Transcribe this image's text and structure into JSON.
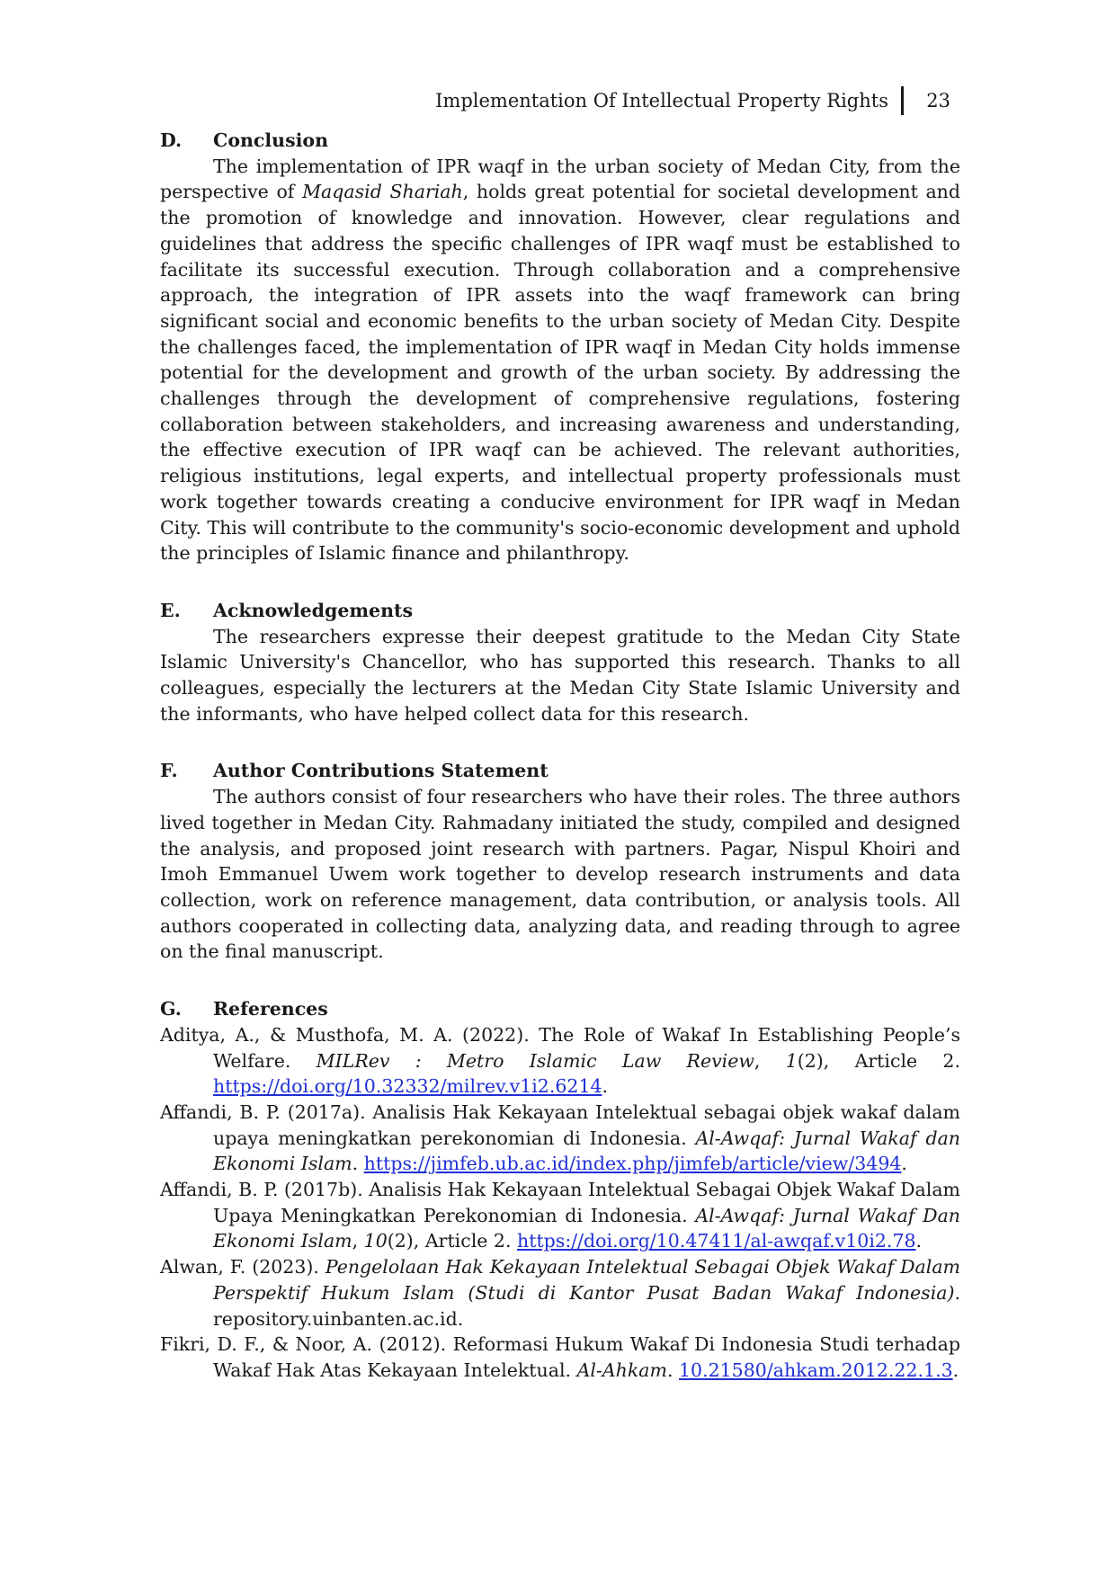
{
  "header": {
    "running_title": "Implementation Of Intellectual Property Rights",
    "page_number": "23"
  },
  "conclusion": {
    "letter": "D.",
    "title": "Conclusion",
    "p_before_italic": "The implementation of IPR waqf in the urban society of Medan City, from the perspective of ",
    "p_italic": "Maqasid Shariah",
    "p_after_italic": ", holds great potential for societal development and the promotion of knowledge and innovation. However, clear regulations and guidelines that address the specific challenges of IPR waqf must be established to facilitate its successful execution. Through collaboration and a comprehensive approach, the integration of IPR assets into the waqf framework can bring significant social and economic benefits to the urban society of Medan City. Despite the challenges faced, the implementation of IPR waqf in Medan City holds immense potential for the development and growth of the urban society. By addressing the challenges through the development of comprehensive regulations, fostering collaboration between stakeholders, and increasing awareness and understanding, the effective execution of IPR waqf can be achieved. The relevant authorities, religious institutions, legal experts, and intellectual property professionals must work together towards creating a conducive environment for IPR waqf in Medan City. This will contribute to the community's socio-economic development and uphold the principles of Islamic finance and philanthropy."
  },
  "acknowledgements": {
    "letter": "E.",
    "title": "Acknowledgements",
    "text": "The researchers expresse their deepest gratitude to the Medan City State Islamic University's Chancellor, who has supported this research. Thanks to all colleagues, especially the lecturers at the Medan City State Islamic University and the informants, who have helped collect data for this research."
  },
  "author_contributions": {
    "letter": "F.",
    "title": "Author Contributions Statement",
    "text": "The authors consist of four researchers who have their roles. The three authors lived together in Medan City. Rahmadany initiated the study, compiled and designed the analysis, and proposed joint research with partners. Pagar, Nispul Khoiri and Imoh Emmanuel Uwem work together to develop research instruments and data collection, work on reference management, data contribution, or analysis tools. All authors cooperated in collecting data, analyzing data, and reading through to agree on the final manuscript."
  },
  "references": {
    "letter": "G.",
    "title": "References",
    "items": [
      {
        "a": "Aditya, A., & Musthofa, M. A. (2022). The Role of Wakaf In Establishing People’s Welfare. ",
        "i1": "MILRev : Metro Islamic Law Review",
        "b": ", ",
        "i2": "1",
        "c": "(2), Article 2. ",
        "link": "https://doi.org/10.32332/milrev.v1i2.6214",
        "end": "."
      },
      {
        "a": "Affandi, B. P. (2017a). Analisis Hak Kekayaan Intelektual sebagai objek wakaf dalam upaya meningkatkan perekonomian di Indonesia. ",
        "i1": "Al-Awqaf: Jurnal Wakaf dan Ekonomi Islam",
        "b": ". ",
        "i2": "",
        "c": "",
        "link": "https://jimfeb.ub.ac.id/index.php/jimfeb/article/view/3494",
        "end": "."
      },
      {
        "a": "Affandi, B. P. (2017b). Analisis Hak Kekayaan Intelektual Sebagai Objek Wakaf Dalam Upaya Meningkatkan Perekonomian di Indonesia. ",
        "i1": "Al-Awqaf: Jurnal Wakaf Dan Ekonomi Islam",
        "b": ", ",
        "i2": "10",
        "c": "(2), Article 2. ",
        "link": "https://doi.org/10.47411/al-awqaf.v10i2.78",
        "end": "."
      },
      {
        "a": "Alwan, F. (2023). ",
        "i1": "Pengelolaan Hak Kekayaan Intelektual Sebagai Objek Wakaf Dalam Perspektif Hukum Islam (Studi di Kantor Pusat Badan Wakaf Indonesia)",
        "b": ". repository.uinbanten.ac.id.",
        "i2": "",
        "c": "",
        "link": "",
        "end": ""
      },
      {
        "a": "Fikri, D. F., & Noor, A. (2012). Reformasi Hukum Wakaf Di Indonesia Studi terhadap Wakaf Hak Atas Kekayaan Intelektual. ",
        "i1": "Al-Ahkam",
        "b": ". ",
        "i2": "",
        "c": "",
        "link": "10.21580/ahkam.2012.22.1.3",
        "end": "."
      }
    ]
  }
}
